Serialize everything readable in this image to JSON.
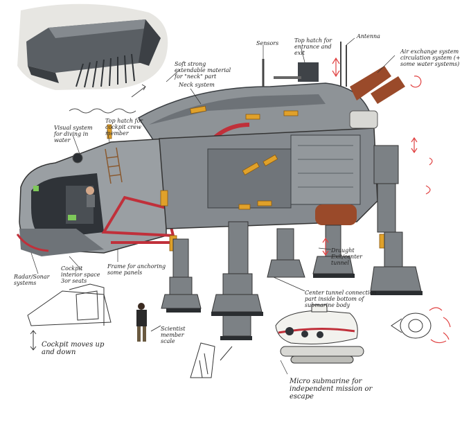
{
  "annotations": {
    "soft_armor": "Soft strong extendable material for \"neck\" part",
    "neck_system": "Neck system",
    "sensors": "Sensors",
    "top_hatch_exit": "Top hatch for entrance and exit",
    "antenna": "Antenna",
    "air_exchange": "Air exchange system circulation system (+ some water systems)",
    "visual_system": "Visual system for diving in water",
    "top_hatch_cockpit": "Top hatch for cockpit crew member",
    "cockpit_interior": "Cockpit interior space 3or seats",
    "radar": "Radar/Sonar systems",
    "frame": "Frame for anchoring some panels",
    "draught": "Draught Exit/center tunnel",
    "center_tunnel": "Center tunnel connection part inside bottom of submarine body",
    "cockpit_moves": "Cockpit moves up and down",
    "scale": "Scientist member scale",
    "mini_sub": "Micro submarine for independent mission or escape"
  },
  "colors": {
    "body_grey": "#8e9397",
    "body_dark": "#4f5459",
    "accent_yellow": "#e0a12a",
    "frame_red": "#c0303a",
    "exhaust_brown": "#9a4a2a",
    "sub_white": "#f2f2ee",
    "red_arrow": "#e04040"
  }
}
